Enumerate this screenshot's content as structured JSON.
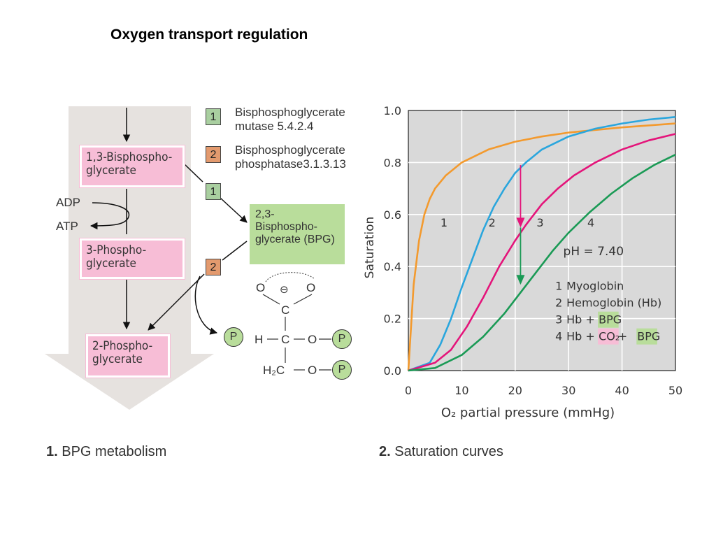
{
  "title": "Oxygen transport regulation",
  "metabolism": {
    "caption_num": "1.",
    "caption_text": "BPG metabolism",
    "box_13bpg": [
      "1,3-Bisphospho-",
      "glycerate"
    ],
    "box_3pg": [
      "3-Phospho-",
      "glycerate"
    ],
    "box_2pg": [
      "2-Phospho-",
      "glycerate"
    ],
    "box_23bpg": [
      "2,3-",
      "Bisphospho-",
      "glycerate (BPG)"
    ],
    "adp": "ADP",
    "atp": "ATP",
    "enzyme1": {
      "badge": "1",
      "lines": [
        "Bisphosphoglycerate",
        "mutase 5.4.2.4"
      ]
    },
    "enzyme2": {
      "badge": "2",
      "lines": [
        "Bisphosphoglycerate",
        "phosphatase3.1.3.13"
      ]
    },
    "step1_badge": "1",
    "step2_badge": "2",
    "phosphate": "P",
    "structure": {
      "o_left": "O",
      "o_minus": "⊖",
      "o_right": "O",
      "c_top": "C",
      "row_mid_h": "H",
      "row_mid_c": "C",
      "row_mid_o": "O",
      "row_bot_h2c": "H₂C",
      "row_bot_o": "O",
      "p": "P"
    },
    "colors": {
      "pink": "#f7bdd6",
      "green": "#b9dd9b",
      "orange": "#e39a6e",
      "arrow_bg": "#e6e2df"
    }
  },
  "chart_data": {
    "type": "line",
    "caption_num": "2.",
    "caption_text": "Saturation curves",
    "xlabel": "O₂ partial pressure (mmHg)",
    "ylabel": "Saturation",
    "xlim": [
      0,
      50
    ],
    "ylim": [
      0,
      1.0
    ],
    "xticks": [
      0,
      10,
      20,
      30,
      40,
      50
    ],
    "yticks": [
      "0.0",
      "0.2",
      "0.4",
      "0.6",
      "0.8",
      "1.0"
    ],
    "grid": true,
    "background": "#d9d9d9",
    "ph_label": "pH = 7.40",
    "series": [
      {
        "id": "1",
        "color": "#f39a2e",
        "x": [
          0,
          1,
          2,
          3,
          4,
          5,
          7,
          10,
          15,
          20,
          25,
          30,
          40,
          50
        ],
        "y": [
          0,
          0.33,
          0.5,
          0.6,
          0.66,
          0.7,
          0.75,
          0.8,
          0.85,
          0.88,
          0.9,
          0.915,
          0.935,
          0.95
        ]
      },
      {
        "id": "2",
        "color": "#2aa6dd",
        "x": [
          0,
          4,
          6,
          8,
          10,
          12,
          14,
          16,
          18,
          20,
          22,
          25,
          30,
          35,
          40,
          45,
          50
        ],
        "y": [
          0,
          0.03,
          0.1,
          0.2,
          0.32,
          0.43,
          0.54,
          0.63,
          0.7,
          0.76,
          0.8,
          0.85,
          0.9,
          0.93,
          0.95,
          0.965,
          0.975
        ]
      },
      {
        "id": "3",
        "color": "#e4147a",
        "x": [
          0,
          5,
          8,
          11,
          14,
          17,
          20,
          22,
          25,
          28,
          31,
          35,
          40,
          45,
          50
        ],
        "y": [
          0,
          0.03,
          0.08,
          0.17,
          0.28,
          0.4,
          0.5,
          0.56,
          0.64,
          0.7,
          0.75,
          0.8,
          0.85,
          0.885,
          0.91
        ]
      },
      {
        "id": "4",
        "color": "#1a9a55",
        "x": [
          0,
          5,
          10,
          14,
          18,
          21,
          24,
          27,
          30,
          34,
          38,
          42,
          46,
          50
        ],
        "y": [
          0,
          0.01,
          0.06,
          0.13,
          0.22,
          0.3,
          0.38,
          0.46,
          0.53,
          0.61,
          0.68,
          0.74,
          0.79,
          0.83
        ]
      }
    ],
    "curve_labels": [
      {
        "text": "1",
        "x": 6,
        "y": 0.57
      },
      {
        "text": "2",
        "x": 15,
        "y": 0.57
      },
      {
        "text": "3",
        "x": 24,
        "y": 0.57
      },
      {
        "text": "4",
        "x": 33.5,
        "y": 0.57
      }
    ],
    "shift_arrow": {
      "x": 21,
      "from": 0.79,
      "via": 0.55,
      "to": 0.33,
      "color1": "#e4147a",
      "color2": "#1a9a55"
    },
    "legend": {
      "items": [
        {
          "num": "1",
          "parts": [
            {
              "t": "Myoglobin"
            }
          ]
        },
        {
          "num": "2",
          "parts": [
            {
              "t": "Hemoglobin (Hb)"
            }
          ]
        },
        {
          "num": "3",
          "parts": [
            {
              "t": "Hb + "
            },
            {
              "t": "BPG",
              "hl": "#b9dd9b"
            }
          ]
        },
        {
          "num": "4",
          "parts": [
            {
              "t": "Hb + "
            },
            {
              "t": "CO₂",
              "hl": "#f7bdd6"
            },
            {
              "t": " + "
            },
            {
              "t": "BPG",
              "hl": "#b9dd9b"
            }
          ]
        }
      ]
    }
  }
}
